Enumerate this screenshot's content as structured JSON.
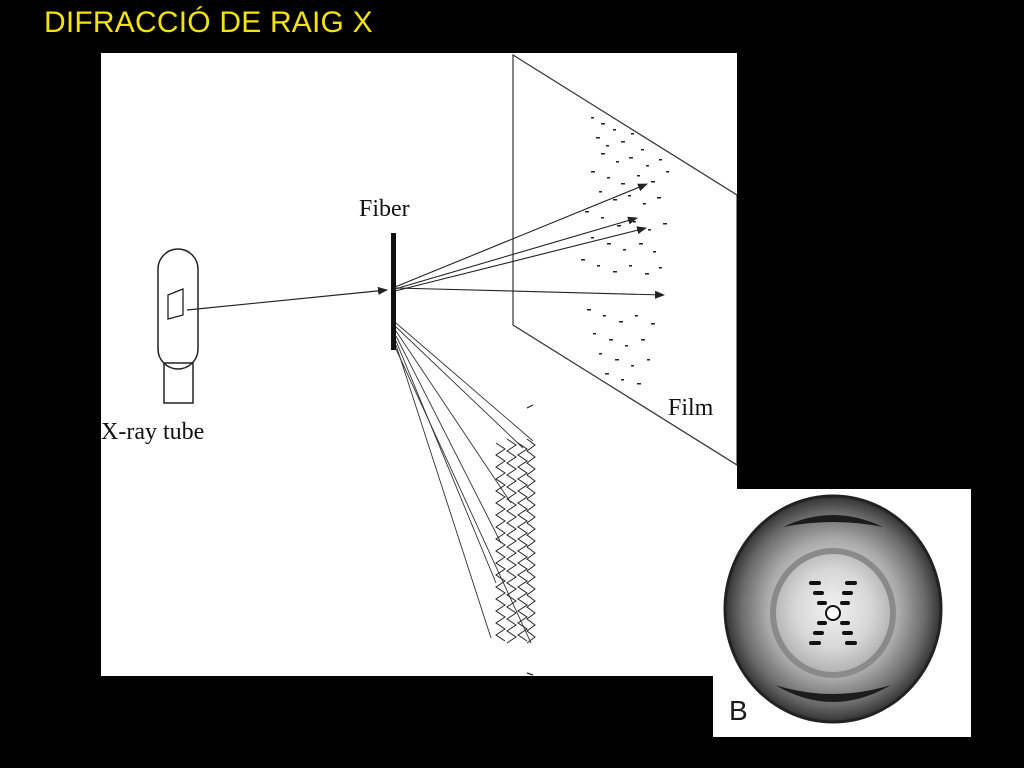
{
  "slide": {
    "title": "DIFRACCIÓ DE RAIG X"
  },
  "diagram": {
    "labels": {
      "fiber": "Fiber",
      "film": "Film",
      "xray_tube": "X-ray tube"
    }
  },
  "photo": {
    "panel_letter": "B"
  },
  "colors": {
    "background": "#000000",
    "title": "#f3e20f",
    "panel": "#ffffff",
    "ink": "#111111"
  }
}
